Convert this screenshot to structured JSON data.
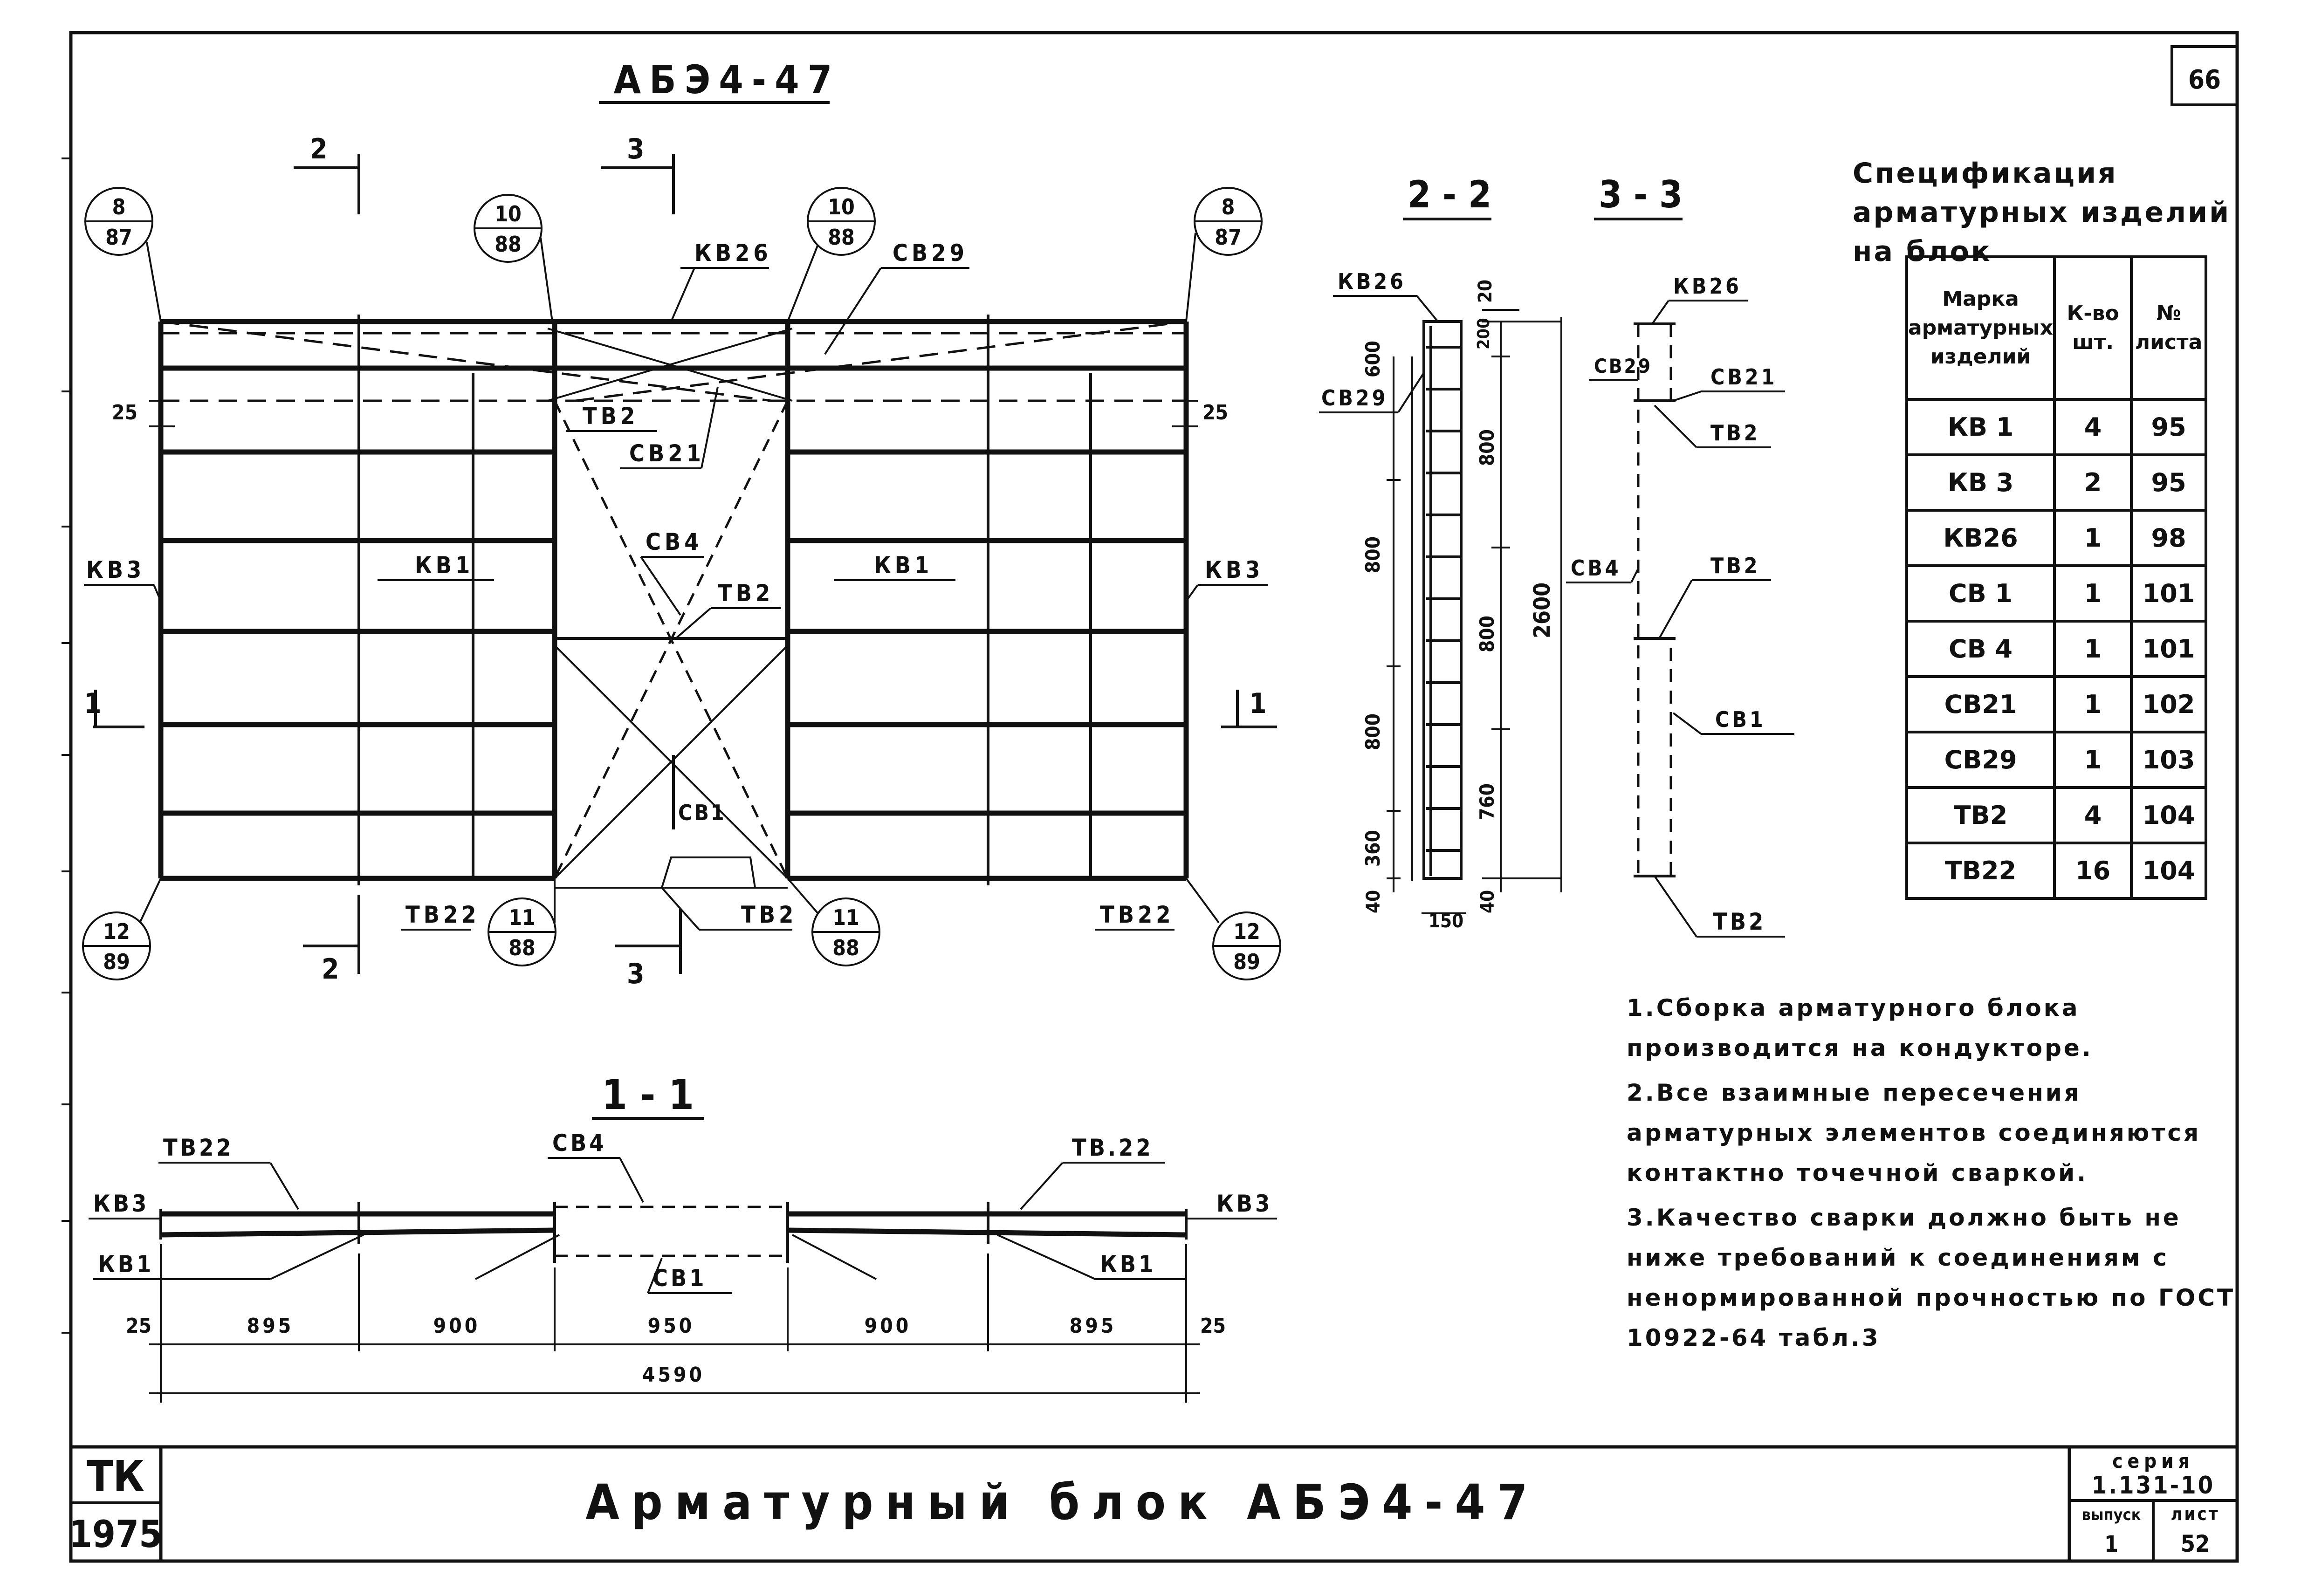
{
  "sheet": {
    "block_name": "АБЭ4-47",
    "page_number": "66",
    "title_block": {
      "org": "ТК",
      "year": "1975",
      "title": "Арматурный блок АБЭ4-47",
      "series_label": "серия",
      "series": "1.131-10",
      "issue_label": "выпуск",
      "issue": "1",
      "sheet_label": "лист",
      "sheet": "52"
    }
  },
  "drawing": {
    "section_marks": {
      "s2": "2",
      "s3": "3",
      "s1": "1"
    },
    "callouts": [
      {
        "top": "8",
        "bottom": "87"
      },
      {
        "top": "10",
        "bottom": "88"
      },
      {
        "top": "10",
        "bottom": "88"
      },
      {
        "top": "8",
        "bottom": "87"
      },
      {
        "top": "12",
        "bottom": "89"
      },
      {
        "top": "11",
        "bottom": "88"
      },
      {
        "top": "11",
        "bottom": "88"
      },
      {
        "top": "12",
        "bottom": "89"
      }
    ],
    "labels": {
      "kv26": "КВ26",
      "sv29": "СВ29",
      "tv2": "ТВ2",
      "sv21": "СВ21",
      "sv4": "СВ4",
      "kv1": "КВ1",
      "kv3": "КВ3",
      "sv1": "СВ1",
      "tv22": "ТВ22",
      "tv22_dot": "ТВ.22",
      "gap25": "25"
    },
    "section_titles": {
      "sec22": "2 - 2",
      "sec33": "3 - 3",
      "sec11": "1 - 1"
    },
    "dims_22": [
      "20",
      "600",
      "200",
      "800",
      "800",
      "800",
      "800",
      "360",
      "760",
      "40",
      "40",
      "150",
      "2600"
    ],
    "dims_11": [
      "25",
      "895",
      "900",
      "950",
      "900",
      "895",
      "25",
      "4590"
    ]
  },
  "spec": {
    "title": "Спецификация арматурных изделий на блок",
    "headers": [
      "Марка арматурных изделий",
      "К-во шт.",
      "№ листа"
    ],
    "rows": [
      [
        "КВ 1",
        "4",
        "95"
      ],
      [
        "КВ 3",
        "2",
        "95"
      ],
      [
        "КВ26",
        "1",
        "98"
      ],
      [
        "СВ 1",
        "1",
        "101"
      ],
      [
        "СВ 4",
        "1",
        "101"
      ],
      [
        "СВ21",
        "1",
        "102"
      ],
      [
        "СВ29",
        "1",
        "103"
      ],
      [
        "ТВ2",
        "4",
        "104"
      ],
      [
        "ТВ22",
        "16",
        "104"
      ]
    ]
  },
  "notes": [
    "1.Сборка арматурного блока производится на кондукторе.",
    "2.Все взаимные пересечения арматурных элементов соединяются контактно точечной сваркой.",
    "3.Качество сварки должно быть не ниже требований к соединениям с ненормированной прочностью по ГОСТ 10922-64 табл.3"
  ]
}
